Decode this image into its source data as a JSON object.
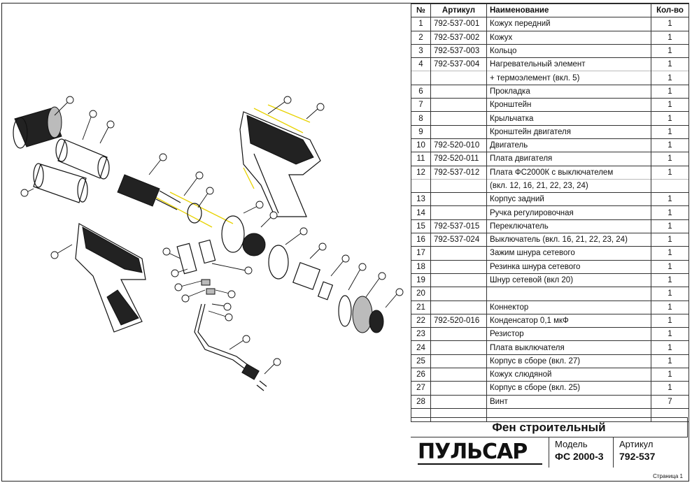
{
  "table": {
    "headers": {
      "num": "№",
      "article": "Артикул",
      "name": "Наименование",
      "qty": "Кол-во"
    },
    "rows": [
      {
        "num": "1",
        "article": "792-537-001",
        "name": "Кожух передний",
        "qty": "1"
      },
      {
        "num": "2",
        "article": "792-537-002",
        "name": "Кожух",
        "qty": "1"
      },
      {
        "num": "3",
        "article": "792-537-003",
        "name": "Кольцо",
        "qty": "1"
      },
      {
        "num": "4",
        "article": "792-537-004",
        "name": "Нагревательный элемент",
        "qty": "1",
        "name2": "+ термоэлемент (вкл. 5)",
        "qty2": "1"
      },
      {
        "num": "6",
        "article": "",
        "name": "Прокладка",
        "qty": "1"
      },
      {
        "num": "7",
        "article": "",
        "name": "Кронштейн",
        "qty": "1"
      },
      {
        "num": "8",
        "article": "",
        "name": "Крыльчатка",
        "qty": "1"
      },
      {
        "num": "9",
        "article": "",
        "name": "Кронштейн двигателя",
        "qty": "1"
      },
      {
        "num": "10",
        "article": "792-520-010",
        "name": "Двигатель",
        "qty": "1"
      },
      {
        "num": "11",
        "article": "792-520-011",
        "name": "Плата двигателя",
        "qty": "1"
      },
      {
        "num": "12",
        "article": "792-537-012",
        "name": "Плата ФС2000К с выключателем",
        "qty": "1",
        "name2": "(вкл.  12, 16, 21, 22, 23, 24)",
        "qty2": ""
      },
      {
        "num": "13",
        "article": "",
        "name": "Корпус задний",
        "qty": "1"
      },
      {
        "num": "14",
        "article": "",
        "name": "Ручка регулировочная",
        "qty": "1"
      },
      {
        "num": "15",
        "article": "792-537-015",
        "name": "Переключатель",
        "qty": "1"
      },
      {
        "num": "16",
        "article": "792-537-024",
        "name": "Выключатель (вкл. 16, 21, 22, 23, 24)",
        "qty": "1"
      },
      {
        "num": "17",
        "article": "",
        "name": "Зажим шнура сетевого",
        "qty": "1"
      },
      {
        "num": "18",
        "article": "",
        "name": "Резинка шнура сетевого",
        "qty": "1"
      },
      {
        "num": "19",
        "article": "",
        "name": "Шнур сетевой (вкл 20)",
        "qty": "1"
      },
      {
        "num": "20",
        "article": "",
        "name": "",
        "qty": "1"
      },
      {
        "num": "21",
        "article": "",
        "name": "Коннектор",
        "qty": "1"
      },
      {
        "num": "22",
        "article": "792-520-016",
        "name": "Конденсатор 0,1 мкФ",
        "qty": "1"
      },
      {
        "num": "23",
        "article": "",
        "name": "Резистор",
        "qty": "1"
      },
      {
        "num": "24",
        "article": "",
        "name": "Плата выключателя",
        "qty": "1"
      },
      {
        "num": "25",
        "article": "",
        "name": "Корпус в сборе (вкл. 27)",
        "qty": "1"
      },
      {
        "num": "26",
        "article": "",
        "name": "Кожух слюдяной",
        "qty": "1"
      },
      {
        "num": "27",
        "article": "",
        "name": "Корпус в сборе (вкл. 25)",
        "qty": "1"
      },
      {
        "num": "28",
        "article": "",
        "name": "Винт",
        "qty": "7"
      }
    ]
  },
  "title_block": {
    "product_title": "Фен строительный",
    "brand": "ПУЛЬСАР",
    "model_label": "Модель",
    "model_value": "ФС 2000-3",
    "article_label": "Артикул",
    "article_value": "792-537",
    "page": "Страница 1"
  },
  "colors": {
    "accent_path": "#e8d200",
    "ink": "#111111"
  }
}
